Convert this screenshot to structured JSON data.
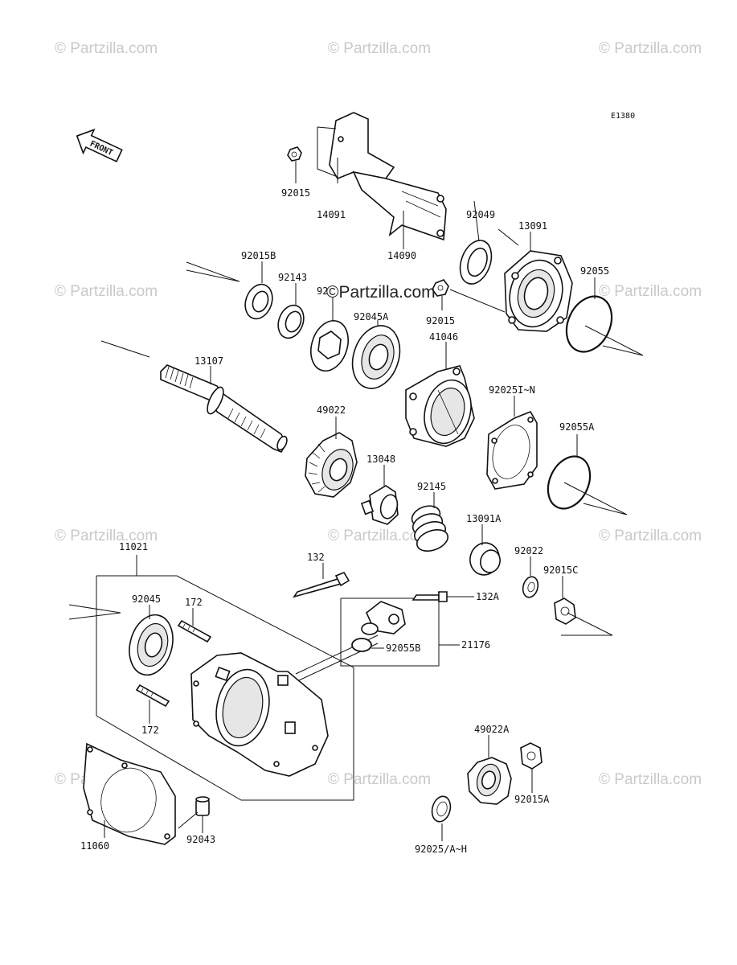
{
  "diagram_code": "E1380",
  "front_label": "FRONT",
  "watermark": {
    "text": "© Partzilla.com",
    "center_text": "©Partzilla.com"
  },
  "parts": [
    {
      "id": "p92015",
      "label": "92015"
    },
    {
      "id": "p14091",
      "label": "14091"
    },
    {
      "id": "p92049",
      "label": "92049"
    },
    {
      "id": "p13091",
      "label": "13091"
    },
    {
      "id": "p14090",
      "label": "14090"
    },
    {
      "id": "p92015B",
      "label": "92015B"
    },
    {
      "id": "p92143",
      "label": "92143"
    },
    {
      "id": "p92xxx",
      "label": "92"
    },
    {
      "id": "p92055",
      "label": "92055"
    },
    {
      "id": "p92045A",
      "label": "92045A"
    },
    {
      "id": "p92015b2",
      "label": "92015"
    },
    {
      "id": "p41046",
      "label": "41046"
    },
    {
      "id": "p13107",
      "label": "13107"
    },
    {
      "id": "p92025IN",
      "label": "92025I~N"
    },
    {
      "id": "p49022",
      "label": "49022"
    },
    {
      "id": "p92055A",
      "label": "92055A"
    },
    {
      "id": "p13048",
      "label": "13048"
    },
    {
      "id": "p92145",
      "label": "92145"
    },
    {
      "id": "p13091A",
      "label": "13091A"
    },
    {
      "id": "p11021",
      "label": "11021"
    },
    {
      "id": "p132",
      "label": "132"
    },
    {
      "id": "p92022",
      "label": "92022"
    },
    {
      "id": "p92015C",
      "label": "92015C"
    },
    {
      "id": "p92045",
      "label": "92045"
    },
    {
      "id": "p172a",
      "label": "172"
    },
    {
      "id": "p132A",
      "label": "132A"
    },
    {
      "id": "p92055B",
      "label": "92055B"
    },
    {
      "id": "p21176",
      "label": "21176"
    },
    {
      "id": "p172b",
      "label": "172"
    },
    {
      "id": "p49022A",
      "label": "49022A"
    },
    {
      "id": "p92015A",
      "label": "92015A"
    },
    {
      "id": "p11060",
      "label": "11060"
    },
    {
      "id": "p92043",
      "label": "92043"
    },
    {
      "id": "p92025AH",
      "label": "92025/A~H"
    }
  ]
}
